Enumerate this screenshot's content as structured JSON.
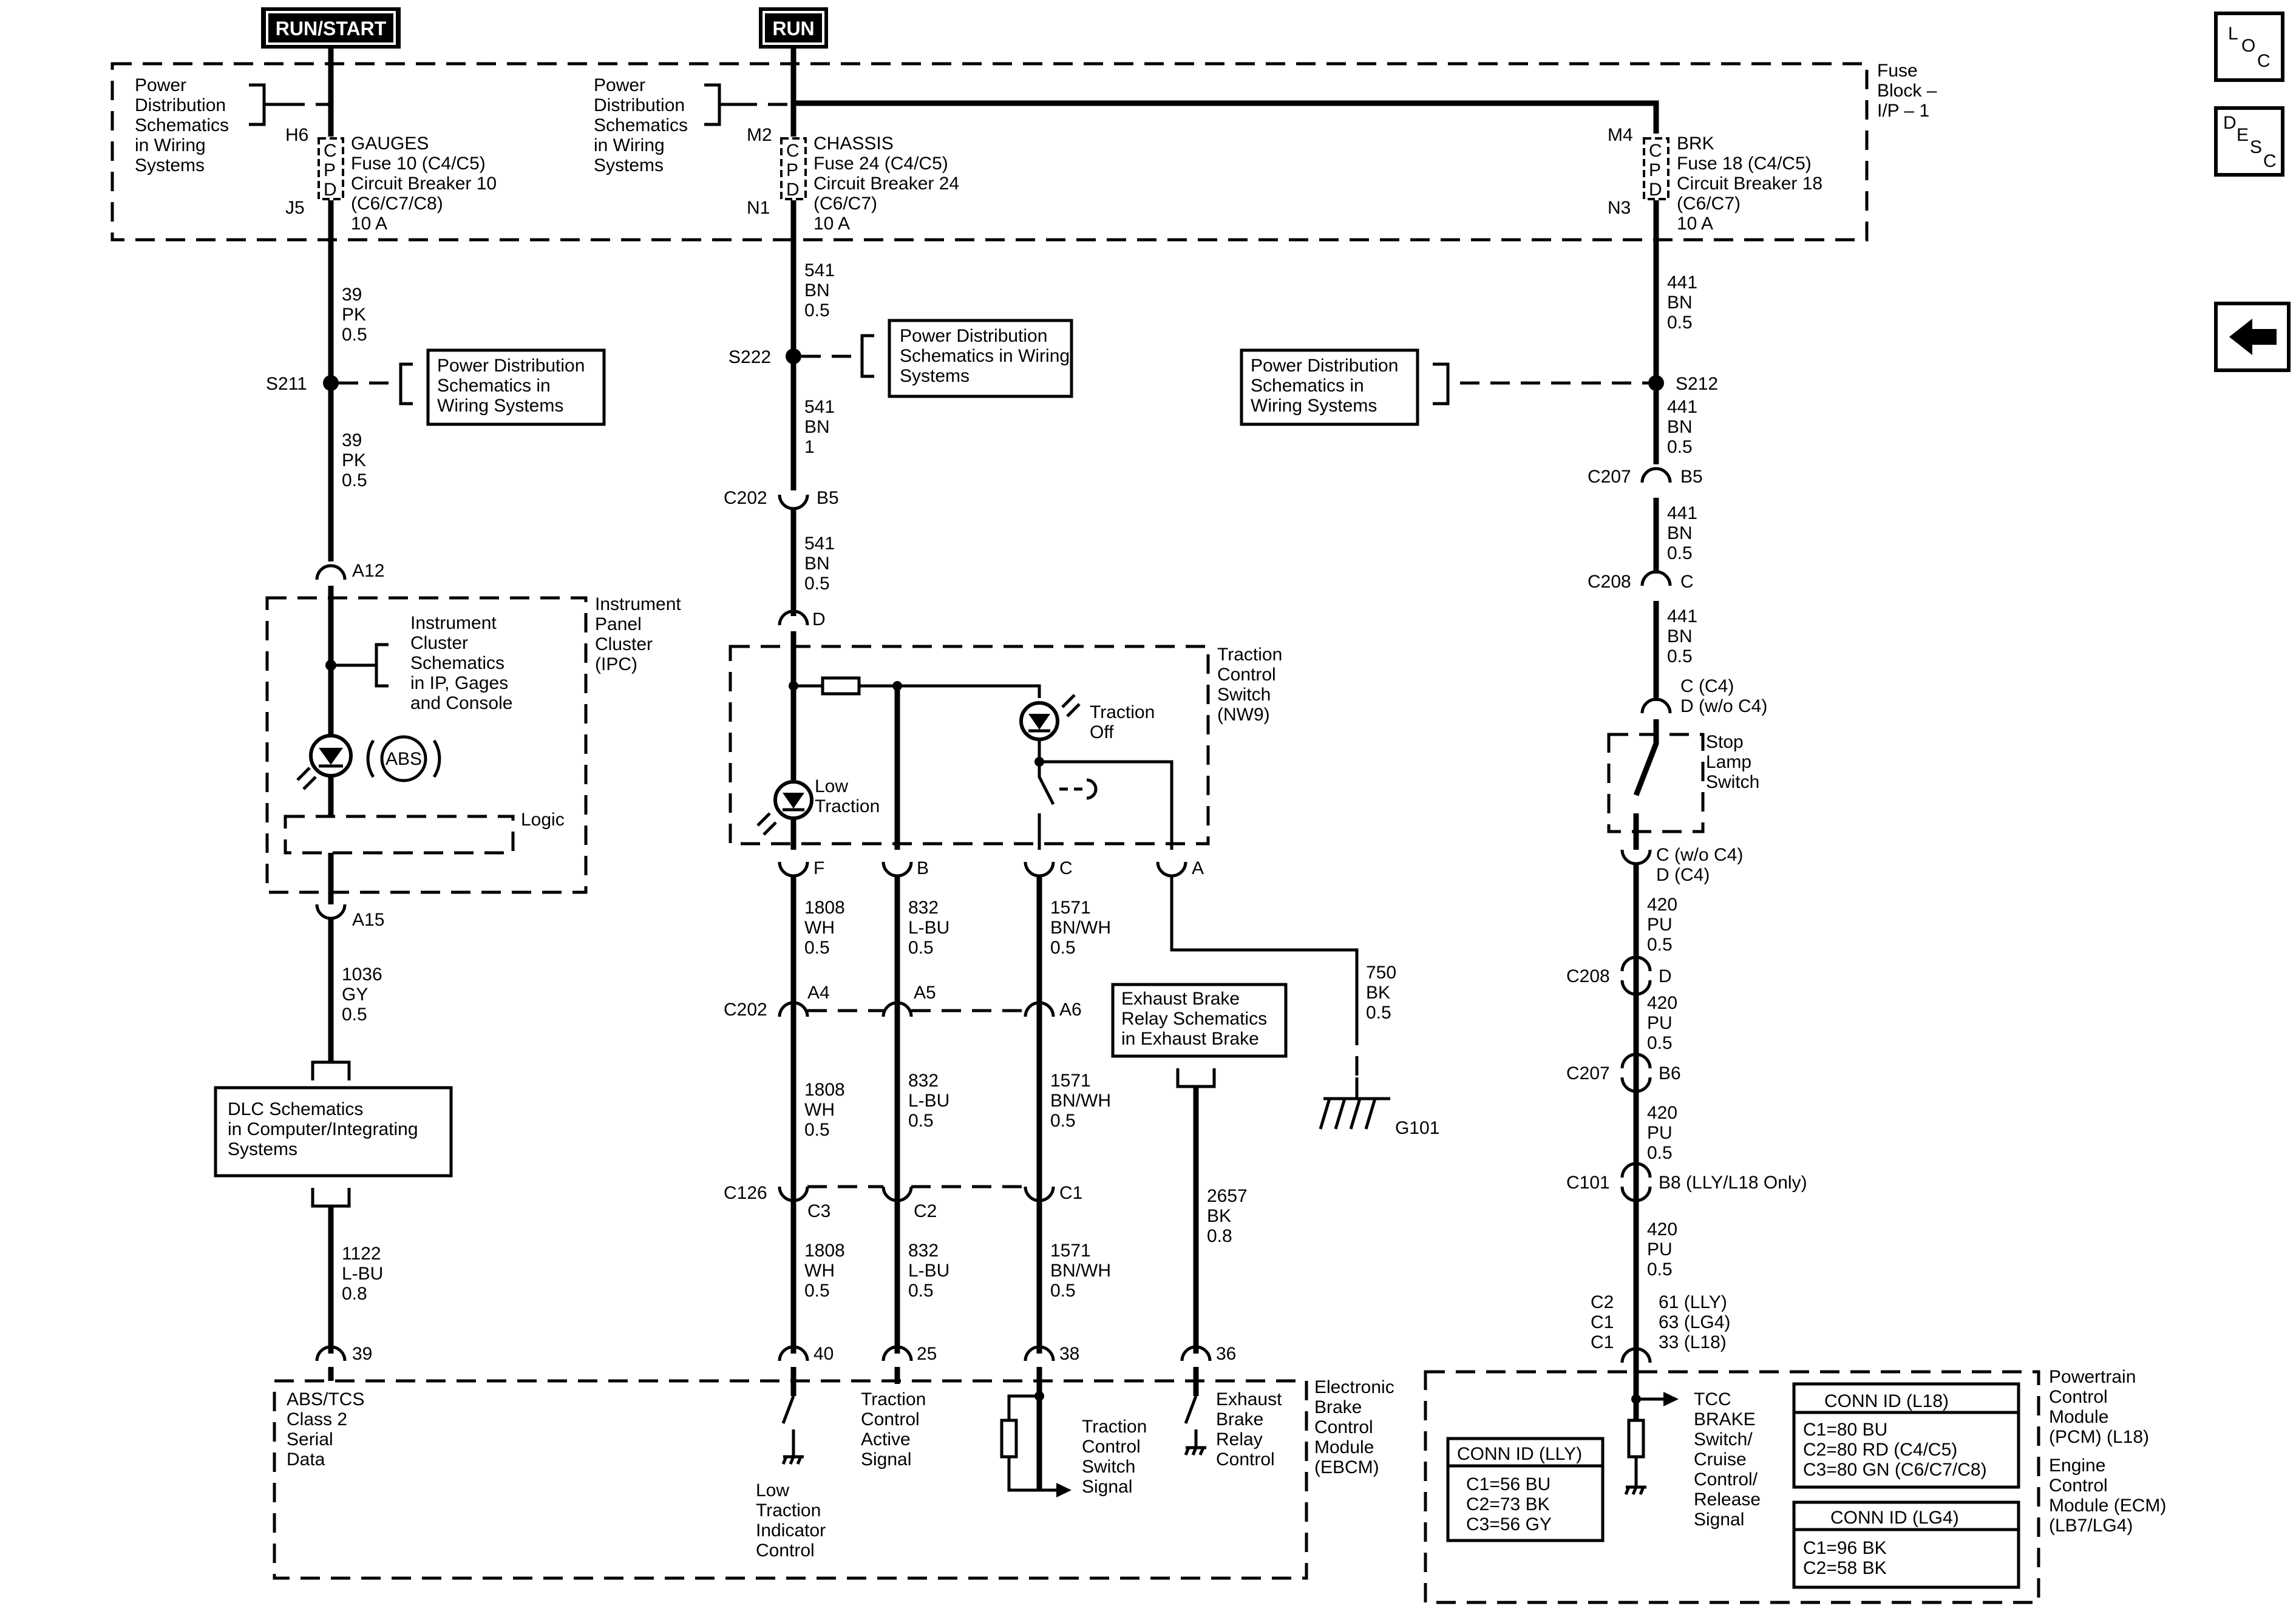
{
  "feeds": {
    "run_start": "RUN/START",
    "run": "RUN"
  },
  "fuse_block": {
    "l1": "Fuse",
    "l2": "Block –",
    "l3": "I/P – 1"
  },
  "pds": {
    "l1": "Power",
    "l2": "Distribution",
    "l3": "Schematics",
    "l4": "in Wiring",
    "l5": "Systems"
  },
  "pds_box": {
    "l1": "Power Distribution",
    "l2": "Schematics in",
    "l3": "Wiring  Systems",
    "m1": "Power Distribution",
    "m2": "Schematics in Wiring",
    "m3": "Systems"
  },
  "cpd": {
    "c": "C",
    "p": "P",
    "d": "D"
  },
  "fuses": {
    "gauges": {
      "top": "H6",
      "bot": "J5",
      "l1": "GAUGES",
      "l2": "Fuse 10 (C4/C5)",
      "l3": "Circuit Breaker 10",
      "l4": "(C6/C7/C8)",
      "l5": "10 A"
    },
    "chassis": {
      "top": "M2",
      "bot": "N1",
      "l1": "CHASSIS",
      "l2": "Fuse 24 (C4/C5)",
      "l3": "Circuit Breaker 24",
      "l4": "(C6/C7)",
      "l5": "10 A"
    },
    "brk": {
      "top": "M4",
      "bot": "N3",
      "l1": "BRK",
      "l2": "Fuse 18 (C4/C5)",
      "l3": "Circuit Breaker 18",
      "l4": "(C6/C7)",
      "l5": "10 A"
    }
  },
  "wires": {
    "w39": [
      "39",
      "PK",
      "0.5"
    ],
    "w541a": [
      "541",
      "BN",
      "0.5"
    ],
    "w541b": [
      "541",
      "BN",
      "1"
    ],
    "w441": [
      "441",
      "BN",
      "0.5"
    ],
    "w1036": [
      "1036",
      "GY",
      "0.5"
    ],
    "w1122": [
      "1122",
      "L-BU",
      "0.8"
    ],
    "w1808": [
      "1808",
      "WH",
      "0.5"
    ],
    "w832": [
      "832",
      "L-BU",
      "0.5"
    ],
    "w1571": [
      "1571",
      "BN/WH",
      "0.5"
    ],
    "w750": [
      "750",
      "BK",
      "0.5"
    ],
    "w2657": [
      "2657",
      "BK",
      "0.8"
    ],
    "w420": [
      "420",
      "PU",
      "0.5"
    ]
  },
  "splices": {
    "s211": "S211",
    "s222": "S222",
    "s212": "S212"
  },
  "conn": {
    "c202": "C202",
    "c207": "C207",
    "c208": "C208",
    "c126": "C126",
    "c101": "C101",
    "b5": "B5",
    "d": "D",
    "c": "C",
    "a12": "A12",
    "a15": "A15",
    "f": "F",
    "b": "B",
    "a": "A",
    "a4": "A4",
    "a5": "A5",
    "a6": "A6",
    "c3": "C3",
    "c2": "C2",
    "c1": "C1",
    "b6": "B6",
    "b8": "B8 (LLY/L18 Only)",
    "stop_top1": "C (C4)",
    "stop_top2": "D (w/o C4)",
    "stop_bot1": "C (w/o C4)",
    "stop_bot2": "D (C4)",
    "p39": "39",
    "p40": "40",
    "p25": "25",
    "p38": "38",
    "p36": "36",
    "pcm_c2": "C2",
    "pcm_c1a": "C1",
    "pcm_c1b": "C1",
    "pcm_61": "61 (LLY)",
    "pcm_63": "63 (LG4)",
    "pcm_33": "33 (L18)"
  },
  "ipc": {
    "t1": "Instrument",
    "t2": "Panel",
    "t3": "Cluster",
    "t4": "(IPC)",
    "s1": "Instrument",
    "s2": "Cluster",
    "s3": "Schematics",
    "s4": "in IP, Gages",
    "s5": "and Console",
    "abs": "ABS",
    "logic": "Logic"
  },
  "dlc": {
    "l1": "DLC Schematics",
    "l2": "in Computer/Integrating",
    "l3": "Systems"
  },
  "tcs": {
    "t1": "Traction",
    "t2": "Control",
    "t3": "Switch",
    "t4": "(NW9)",
    "off1": "Traction",
    "off2": "Off",
    "low1": "Low",
    "low2": "Traction"
  },
  "exhaust": {
    "l1": "Exhaust Brake",
    "l2": "Relay Schematics",
    "l3": "in Exhaust Brake"
  },
  "ground": "G101",
  "stop_lamp": {
    "l1": "Stop",
    "l2": "Lamp",
    "l3": "Switch"
  },
  "ebcm": {
    "t1": "Electronic",
    "t2": "Brake",
    "t3": "Control",
    "t4": "Module",
    "t5": "(EBCM)",
    "abs1": "ABS/TCS",
    "abs2": "Class 2",
    "abs3": "Serial",
    "abs4": "Data",
    "low1": "Low",
    "low2": "Traction",
    "low3": "Indicator",
    "low4": "Control",
    "act1": "Traction",
    "act2": "Control",
    "act3": "Active",
    "act4": "Signal",
    "sw1": "Traction",
    "sw2": "Control",
    "sw3": "Switch",
    "sw4": "Signal",
    "ex1": "Exhaust",
    "ex2": "Brake",
    "ex3": "Relay",
    "ex4": "Control"
  },
  "pcm": {
    "t1": "Powertrain",
    "t2": "Control",
    "t3": "Module",
    "t4": "(PCM) (L18)",
    "t5": "Engine",
    "t6": "Control",
    "t7": "Module (ECM)",
    "t8": "(LB7/LG4)",
    "tcc1": "TCC",
    "tcc2": "BRAKE",
    "tcc3": "Switch/",
    "tcc4": "Cruise",
    "tcc5": "Control/",
    "tcc6": "Release",
    "tcc7": "Signal",
    "lly_title": "CONN ID (LLY)",
    "lly1": "C1=56 BU",
    "lly2": "C2=73 BK",
    "lly3": "C3=56 GY",
    "l18_title": "CONN ID (L18)",
    "l18_1": "C1=80 BU",
    "l18_2": "C2=80 RD (C4/C5)",
    "l18_3": "C3=80 GN (C6/C7/C8)",
    "lg4_title": "CONN ID (LG4)",
    "lg4_1": "C1=96 BK",
    "lg4_2": "C2=58 BK"
  },
  "nav": {
    "loc": [
      "L",
      "O",
      "C"
    ],
    "desc": [
      "D",
      "E",
      "S",
      "C"
    ]
  }
}
